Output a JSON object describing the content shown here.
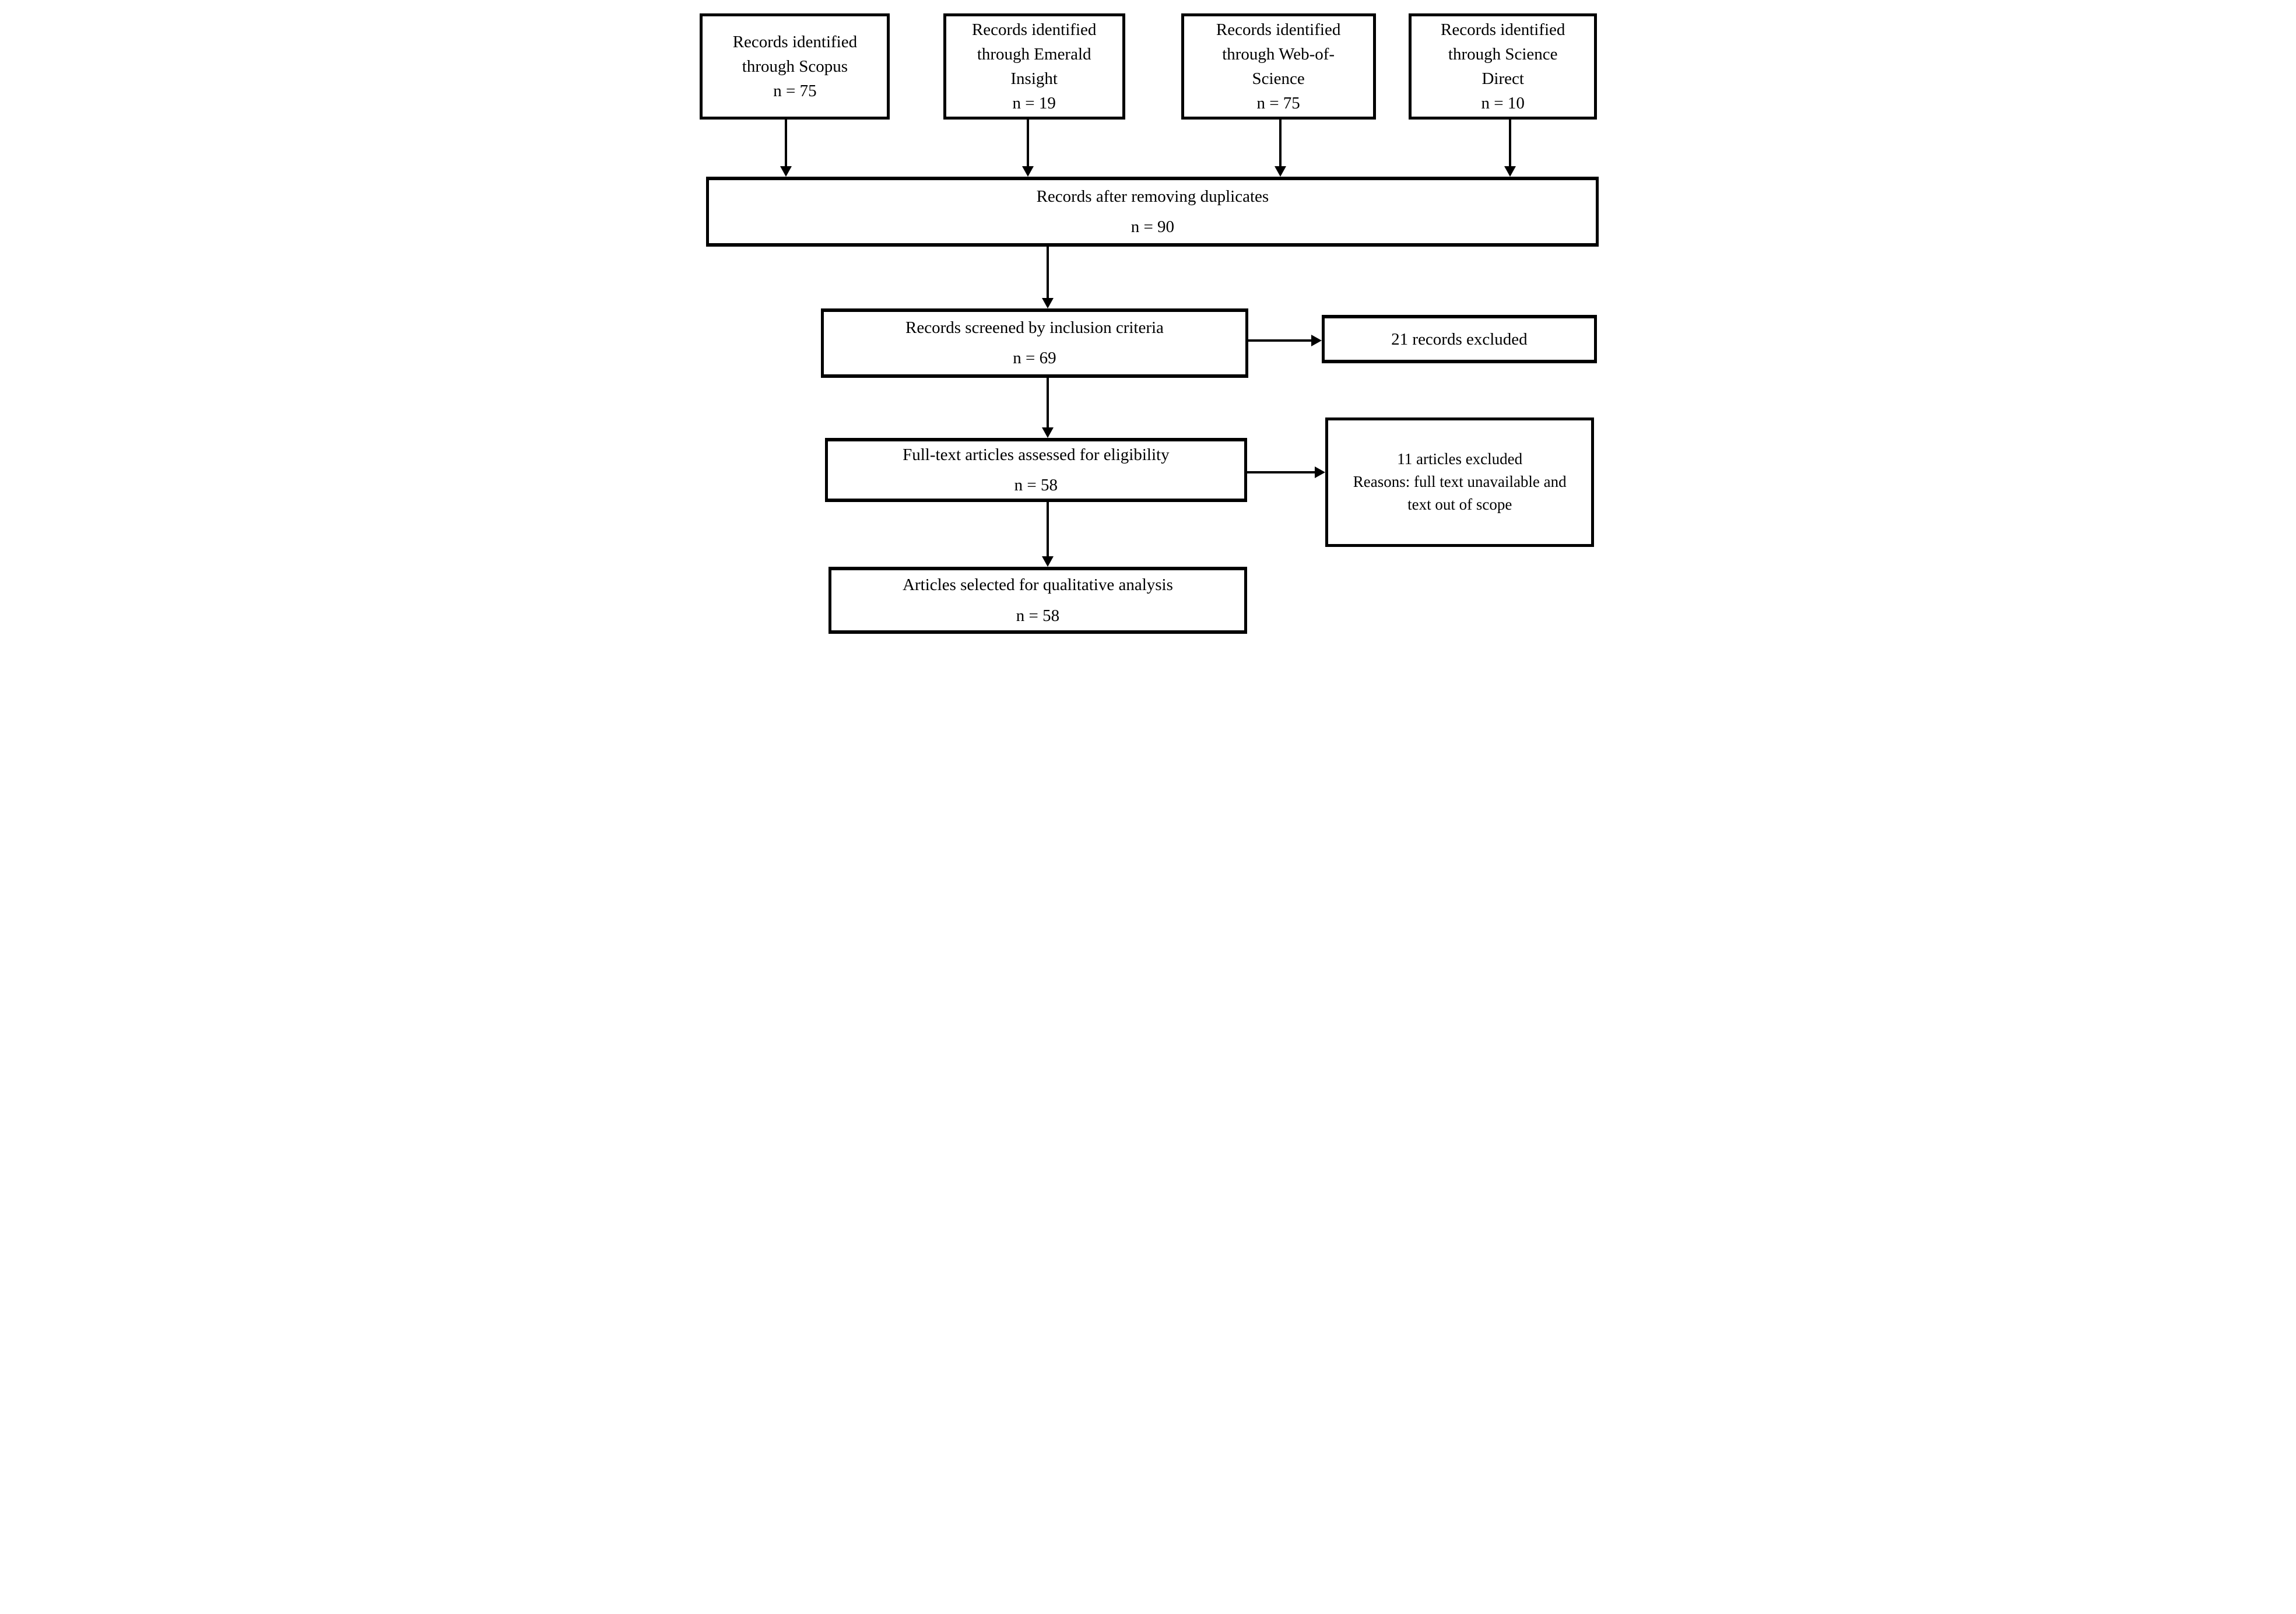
{
  "figure": {
    "background": "#ffffff",
    "line_color": "#000000",
    "text_color": "#000000"
  },
  "boxes": {
    "scopus": {
      "label": "Records identified\nthrough Scopus",
      "count": "n = 75"
    },
    "emerald": {
      "label": "Records identified\nthrough Emerald\nInsight",
      "count": "n = 19"
    },
    "web_of_science": {
      "label": "Records identified\nthrough Web-of-\nScience",
      "count": "n = 75"
    },
    "science_direct": {
      "label": "Records identified\nthrough Science\nDirect",
      "count": "n = 10"
    },
    "deduplicated": {
      "label": "Records after removing duplicates",
      "count": "n = 90"
    },
    "screened": {
      "label": "Records screened by inclusion criteria",
      "count": "n = 69"
    },
    "records_excluded": {
      "label": "21 records excluded"
    },
    "full_text": {
      "label": "Full-text articles assessed for eligibility",
      "count": "n = 58"
    },
    "articles_excluded": {
      "label": "11 articles excluded\nReasons: full text unavailable and\ntext out of scope"
    },
    "qualitative": {
      "label": "Articles selected for qualitative analysis",
      "count": "n = 58"
    }
  }
}
